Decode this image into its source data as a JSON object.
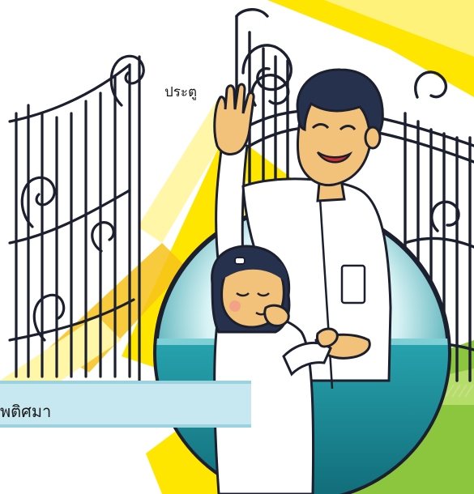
{
  "labels": {
    "gate": "ประตู",
    "baptism": "พติศมา"
  },
  "colors": {
    "sun_yellow": "#ffe600",
    "sun_orange": "#f7c21a",
    "pale_yellow": "#fff6a8",
    "gate_iron": "#1c1f2e",
    "green": "#8cc63f",
    "teal": "#1f8f9a",
    "teal_light": "#bfe9ec",
    "label_blue": "#c7e8f0"
  },
  "icons": [
    "gate-illustration",
    "father-figure",
    "daughter-figure",
    "baptism-circle-frame"
  ]
}
